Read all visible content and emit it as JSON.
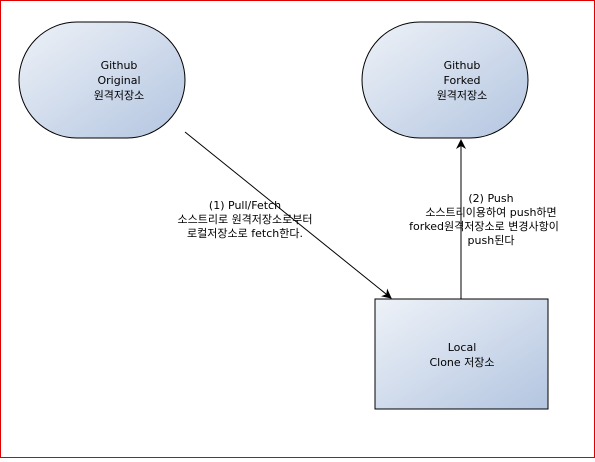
{
  "diagram": {
    "colors": {
      "border": "#e00000",
      "node_fill_light": "#eef2f8",
      "node_fill_dark": "#b3c5e0",
      "node_stroke": "#000000",
      "edge": "#000000"
    },
    "nodes": {
      "original": {
        "lines": [
          "Github",
          "Original",
          "원격저장소"
        ]
      },
      "forked": {
        "lines": [
          "Github",
          "Forked",
          "원격저장소"
        ]
      },
      "local": {
        "lines": [
          "Local",
          "Clone 저장소"
        ]
      }
    },
    "edges": {
      "pull": {
        "label_lines": [
          "(1) Pull/Fetch",
          "소스트리로 원격저장소로부터",
          "로컬저장소로 fetch한다."
        ]
      },
      "push": {
        "label_lines": [
          "(2) Push",
          "소스트리이용하여 push하면",
          "forked원격저장소로 변경사항이",
          "push된다"
        ]
      }
    }
  }
}
